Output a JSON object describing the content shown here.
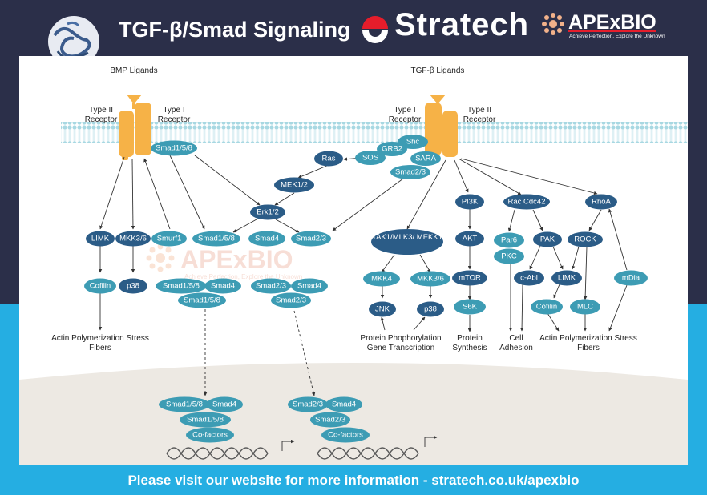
{
  "header": {
    "title": "TGF-β/Smad Signaling",
    "brand": "Stratech",
    "partner": "APExBIO",
    "partner_tagline": "Achieve Perfection, Explore the Unknown"
  },
  "footer": {
    "text": "Please visit our website for more information - stratech.co.uk/apexbio"
  },
  "colors": {
    "navy": "#2b2f49",
    "blue_band": "#25aee2",
    "teal_node": "#3d9cb4",
    "dark_node": "#2b5c87",
    "receptor": "#f6b247",
    "stratech_red": "#e51d2b",
    "nucleus": "#ede9e3"
  },
  "diagram": {
    "ligands": [
      "BMP Ligands",
      "TGF-β Ligands"
    ],
    "receptor_labels": [
      {
        "text": "Type II Receptor"
      },
      {
        "text": "Type I Receptor"
      },
      {
        "text": "Type I Receptor"
      },
      {
        "text": "Type II Receptor"
      }
    ],
    "nodes": [
      "Smad1/5/8",
      "Ras",
      "SOS",
      "GRB2",
      "Shc",
      "SARA",
      "Smad2/3",
      "MEK1/2",
      "Erk1/2",
      "LIMK",
      "MKK3/6",
      "Smurf1",
      "Smad1/5/8",
      "Smad4",
      "Smad2/3",
      "Cofilin",
      "p38",
      "Smad1/5/8",
      "Smad4",
      "Smad1/5/8",
      "Smad2/3",
      "Smad4",
      "Smad2/3",
      "TAK1/MLK3/ MEKK1",
      "MKK4",
      "MKK3/6",
      "JNK",
      "p38",
      "PI3K",
      "AKT",
      "mTOR",
      "S6K",
      "Rac Cdc42",
      "Par6",
      "PKC",
      "PAK",
      "c-Abl",
      "RhoA",
      "ROCK",
      "LIMK",
      "Cofilin",
      "MLC",
      "mDia",
      "Smad1/5/8",
      "Smad4",
      "Smad1/5/8",
      "Co-factors",
      "Smad2/3",
      "Smad4",
      "Smad2/3",
      "Co-factors"
    ],
    "outputs": [
      "Actin Polymerization Stress Fibers",
      "Protein Phophorylation Gene Transcription",
      "Protein Synthesis",
      "Cell Adhesion",
      "Actin Polymerization Stress Fibers"
    ],
    "watermark": {
      "name": "APExBIO",
      "tagline": "Achieve Perfection, Explore the Unknown"
    }
  }
}
